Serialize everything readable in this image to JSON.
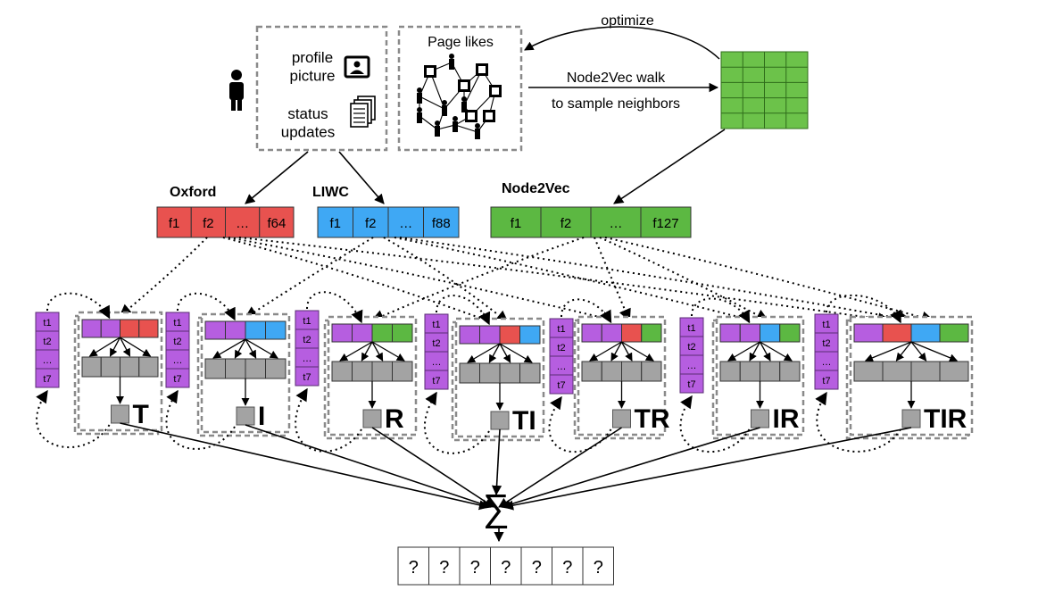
{
  "top": {
    "profile_picture": "profile\npicture",
    "status_updates": "status\nupdates",
    "page_likes": "Page likes",
    "optimize": "optimize",
    "node2vec_walk": "Node2Vec walk",
    "sample_neighbors": "to sample neighbors"
  },
  "features": [
    {
      "label": "Oxford",
      "cells": [
        "f1",
        "f2",
        "…",
        "f64"
      ],
      "color": "#e8524f"
    },
    {
      "label": "LIWC",
      "cells": [
        "f1",
        "f2",
        "…",
        "f88"
      ],
      "color": "#3fa8f4"
    },
    {
      "label": "Node2Vec",
      "cells": [
        "f1",
        "f2",
        "…",
        "f127"
      ],
      "color": "#5cb842"
    }
  ],
  "time_labels": [
    "t1",
    "t2",
    "…",
    "t7"
  ],
  "models": [
    {
      "name": "T",
      "segments": [
        "#b65ee0",
        "#b65ee0",
        "#e8524f",
        "#e8524f"
      ]
    },
    {
      "name": "I",
      "segments": [
        "#b65ee0",
        "#b65ee0",
        "#3fa8f4",
        "#3fa8f4"
      ]
    },
    {
      "name": "R",
      "segments": [
        "#b65ee0",
        "#b65ee0",
        "#5cb842",
        "#5cb842"
      ]
    },
    {
      "name": "TI",
      "segments": [
        "#b65ee0",
        "#b65ee0",
        "#e8524f",
        "#3fa8f4"
      ]
    },
    {
      "name": "TR",
      "segments": [
        "#b65ee0",
        "#b65ee0",
        "#e8524f",
        "#5cb842"
      ]
    },
    {
      "name": "IR",
      "segments": [
        "#b65ee0",
        "#b65ee0",
        "#3fa8f4",
        "#5cb842"
      ]
    },
    {
      "name": "TIR",
      "segments": [
        "#b65ee0",
        "#e8524f",
        "#3fa8f4",
        "#5cb842"
      ]
    }
  ],
  "sum_symbol": "∑",
  "outputs": [
    "?",
    "?",
    "?",
    "?",
    "?",
    "?",
    "?"
  ],
  "colors": {
    "time_purple": "#b65ee0",
    "hidden_gray": "#a3a3a3",
    "embedding_green": "#6cc24a",
    "dash_gray": "#8a8a8a"
  }
}
